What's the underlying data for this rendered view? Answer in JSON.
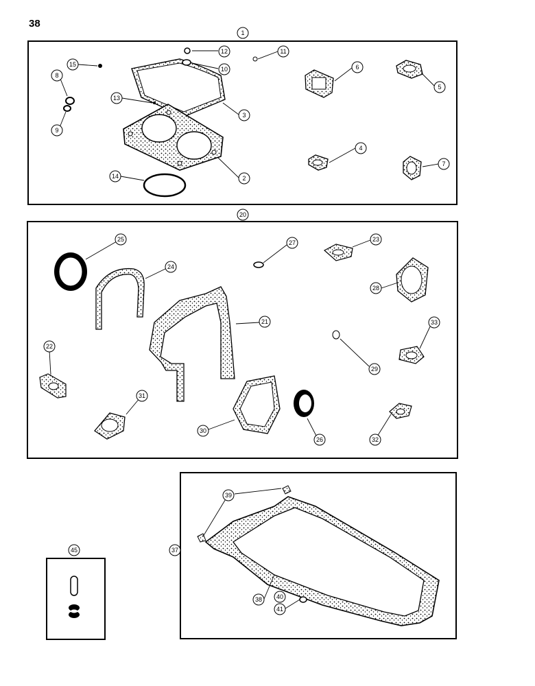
{
  "page": {
    "number": "38"
  },
  "groups": {
    "top": {
      "label": "1"
    },
    "mid": {
      "label": "20"
    },
    "pan": {
      "label": "37"
    },
    "small": {
      "label": "45"
    }
  },
  "callouts": {
    "c2": "2",
    "c3": "3",
    "c4": "4",
    "c5": "5",
    "c6": "6",
    "c7": "7",
    "c8": "8",
    "c9": "9",
    "c10": "10",
    "c11": "11",
    "c12": "12",
    "c13": "13",
    "c14": "14",
    "c15": "15",
    "c21": "21",
    "c22": "22",
    "c23": "23",
    "c24": "24",
    "c25": "25",
    "c26": "26",
    "c27": "27",
    "c28": "28",
    "c29": "29",
    "c30": "30",
    "c31": "31",
    "c32": "32",
    "c33": "33",
    "c38": "38",
    "c39": "39",
    "c40": "40",
    "c41": "41"
  }
}
